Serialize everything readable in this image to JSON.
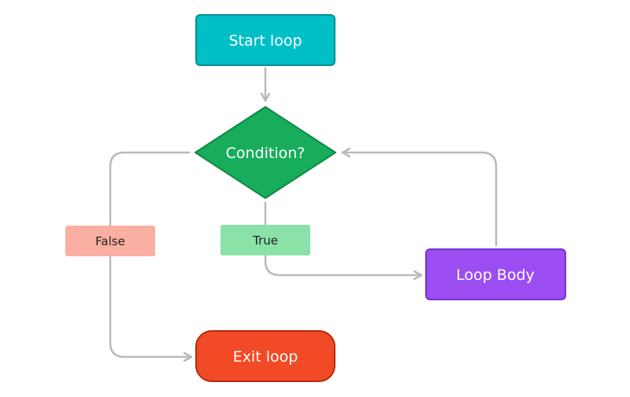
{
  "diagram": {
    "nodes": {
      "start": {
        "label": "Start loop",
        "color": "#00bfc7",
        "border": "#0d8e94"
      },
      "condition": {
        "label": "Condition?",
        "color": "#17ad5b",
        "border": "#0f8a45"
      },
      "body": {
        "label": "Loop Body",
        "color": "#9b4df2",
        "border": "#7a2fd0"
      },
      "exit": {
        "label": "Exit loop",
        "color": "#f24a26",
        "border": "#b8290d"
      }
    },
    "edge_labels": {
      "false": {
        "text": "False",
        "color": "#fbaea2"
      },
      "true": {
        "text": "True",
        "color": "#8ae2a9"
      }
    },
    "edge_color": "#b9b9b9"
  }
}
